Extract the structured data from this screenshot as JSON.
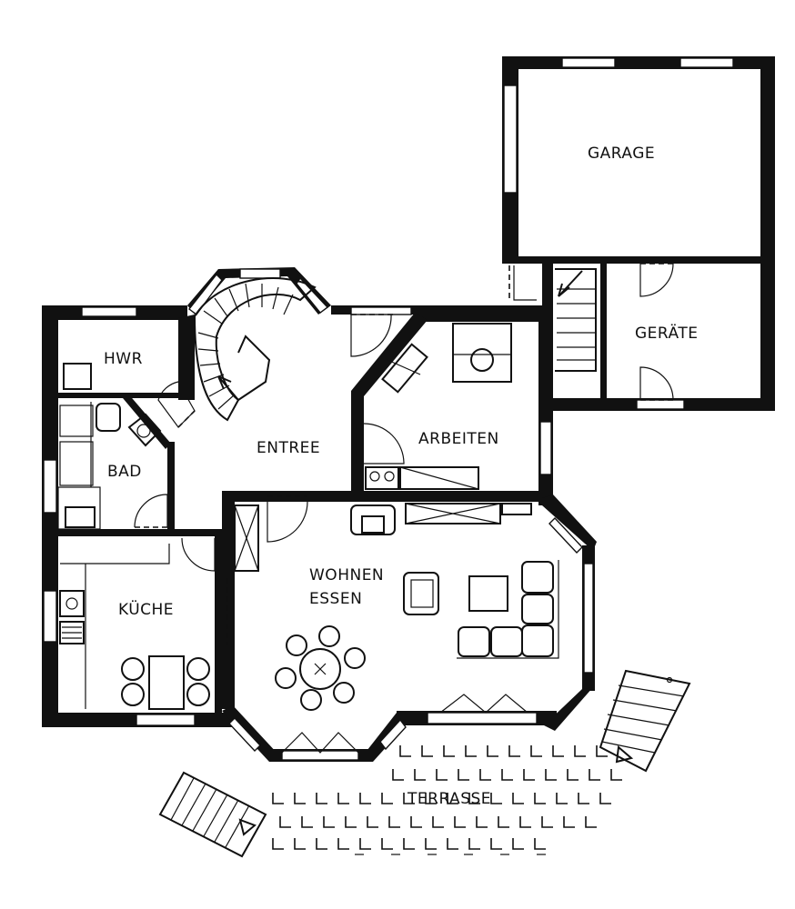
{
  "rooms": {
    "garage": "GARAGE",
    "geraete": "GERÄTE",
    "hwr": "HWR",
    "bad": "BAD",
    "entree": "ENTREE",
    "arbeiten": "ARBEITEN",
    "kueche": "KÜCHE",
    "wohnen": "WOHNEN",
    "essen": "ESSEN",
    "terrasse": "TERRASSE"
  }
}
